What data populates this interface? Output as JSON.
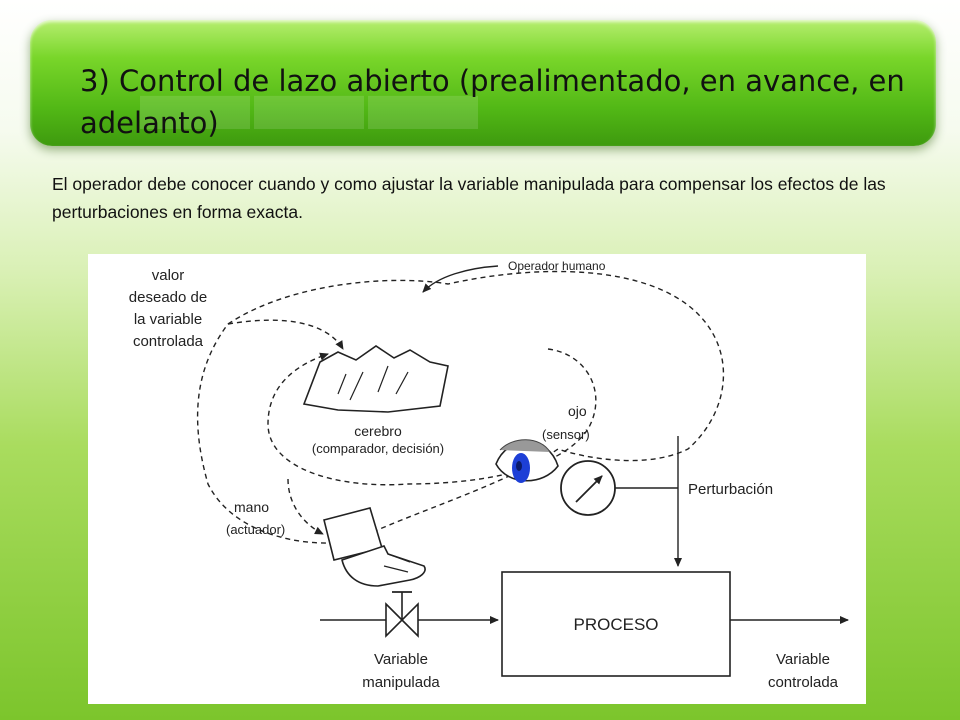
{
  "slide": {
    "title": "3) Control de lazo abierto (prealimentado, en avance, en adelanto)",
    "body": "El operador debe conocer cuando y como ajustar la variable manipulada para compensar los efectos de las perturbaciones en forma exacta."
  },
  "diagram": {
    "labels": {
      "setpoint": [
        "valor",
        "deseado de",
        "la variable",
        "controlada"
      ],
      "operator": "Operador humano",
      "brain": [
        "cerebro",
        "(comparador, decisión)"
      ],
      "eye": [
        "ojo",
        "(sensor)"
      ],
      "hand": [
        "mano",
        "(actuador)"
      ],
      "disturbance": "Perturbación",
      "process": "PROCESO",
      "manipulated": [
        "Variable",
        "manipulada"
      ],
      "controlled": [
        "Variable",
        "controlada"
      ]
    },
    "colors": {
      "eye_iris": "#1d3fd6",
      "lines": "#222222"
    },
    "icons": [
      "brain-icon",
      "eye-icon",
      "gauge-icon",
      "hand-icon",
      "valve-icon"
    ]
  }
}
